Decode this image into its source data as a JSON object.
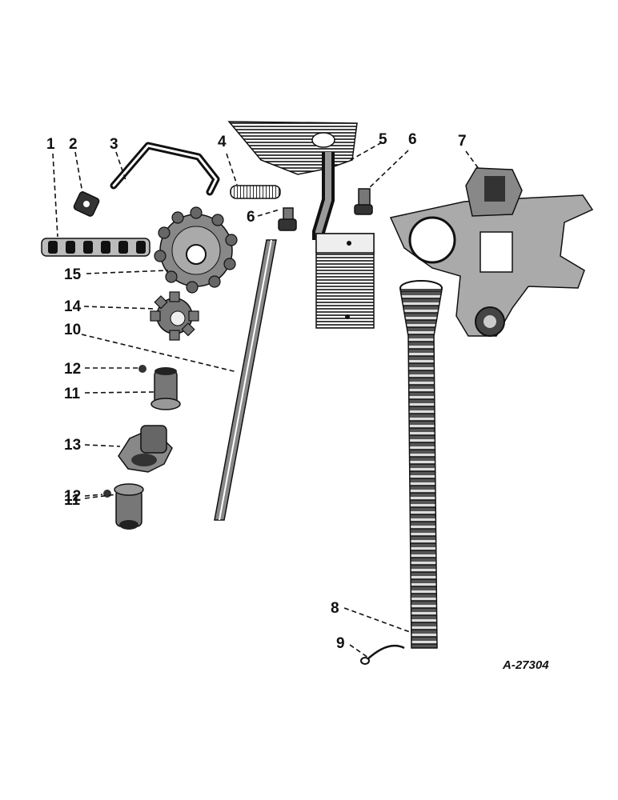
{
  "callouts": {
    "c1": "1",
    "c2": "2",
    "c3": "3",
    "c4": "4",
    "c5": "5",
    "c6a": "6",
    "c6b": "6",
    "c7": "7",
    "c8": "8",
    "c9": "9",
    "c10": "10",
    "c11a": "11",
    "c11b": "11",
    "c12a": "12",
    "c12b": "12",
    "c13": "13",
    "c14": "14",
    "c15": "15"
  },
  "figure_ref": "A-27304",
  "colors": {
    "ink": "#111111",
    "shade": "#555555",
    "paper": "#ffffff"
  }
}
